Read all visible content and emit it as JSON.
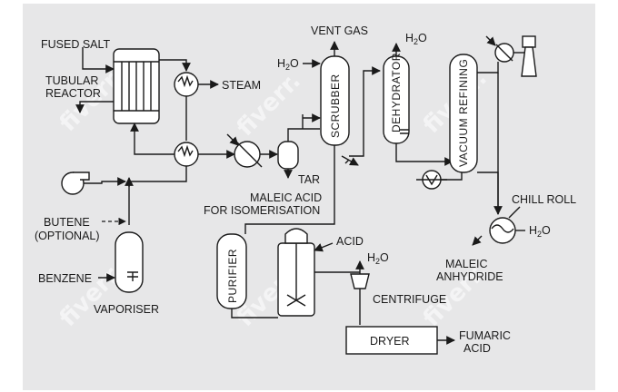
{
  "labels": {
    "fused_salt": "FUSED SALT",
    "tubular_reactor_1": "TUBULAR",
    "tubular_reactor_2": "REACTOR",
    "steam": "STEAM",
    "vent_gas": "VENT GAS",
    "h2o_scrubber": "H",
    "h2o_scrubber_sub": "2",
    "h2o_scrubber_end": "O",
    "h2o_dehydrator": "H",
    "h2o_dehydrator_sub": "2",
    "h2o_dehydrator_end": "O",
    "scrubber": "SCRUBBER",
    "dehydrator": "DEHYDRATOR",
    "vacuum_refining": "VACUUM REFINING",
    "tar": "TAR",
    "maleic_acid_1": "MALEIC ACID",
    "maleic_acid_2": "FOR ISOMERISATION",
    "chill_roll": "CHILL ROLL",
    "h2o_chill": "H",
    "h2o_chill_sub": "2",
    "h2o_chill_end": "O",
    "butene_1": "BUTENE",
    "butene_2": "(OPTIONAL)",
    "benzene": "BENZENE",
    "vaporiser": "VAPORISER",
    "purifier": "PURIFIER",
    "acid": "ACID",
    "h2o_centrifuge": "H",
    "h2o_centrifuge_sub": "2",
    "h2o_centrifuge_end": "O",
    "centrifuge": "CENTRIFUGE",
    "maleic_anhydride_1": "MALEIC",
    "maleic_anhydride_2": "ANHYDRIDE",
    "dryer": "DRYER",
    "fumaric_acid_1": "FUMARIC",
    "fumaric_acid_2": "ACID"
  },
  "watermark": "fiverr.",
  "colors": {
    "background": "#e7e7e8",
    "line": "#1a1a1a",
    "equipment_fill": "#ffffff"
  }
}
